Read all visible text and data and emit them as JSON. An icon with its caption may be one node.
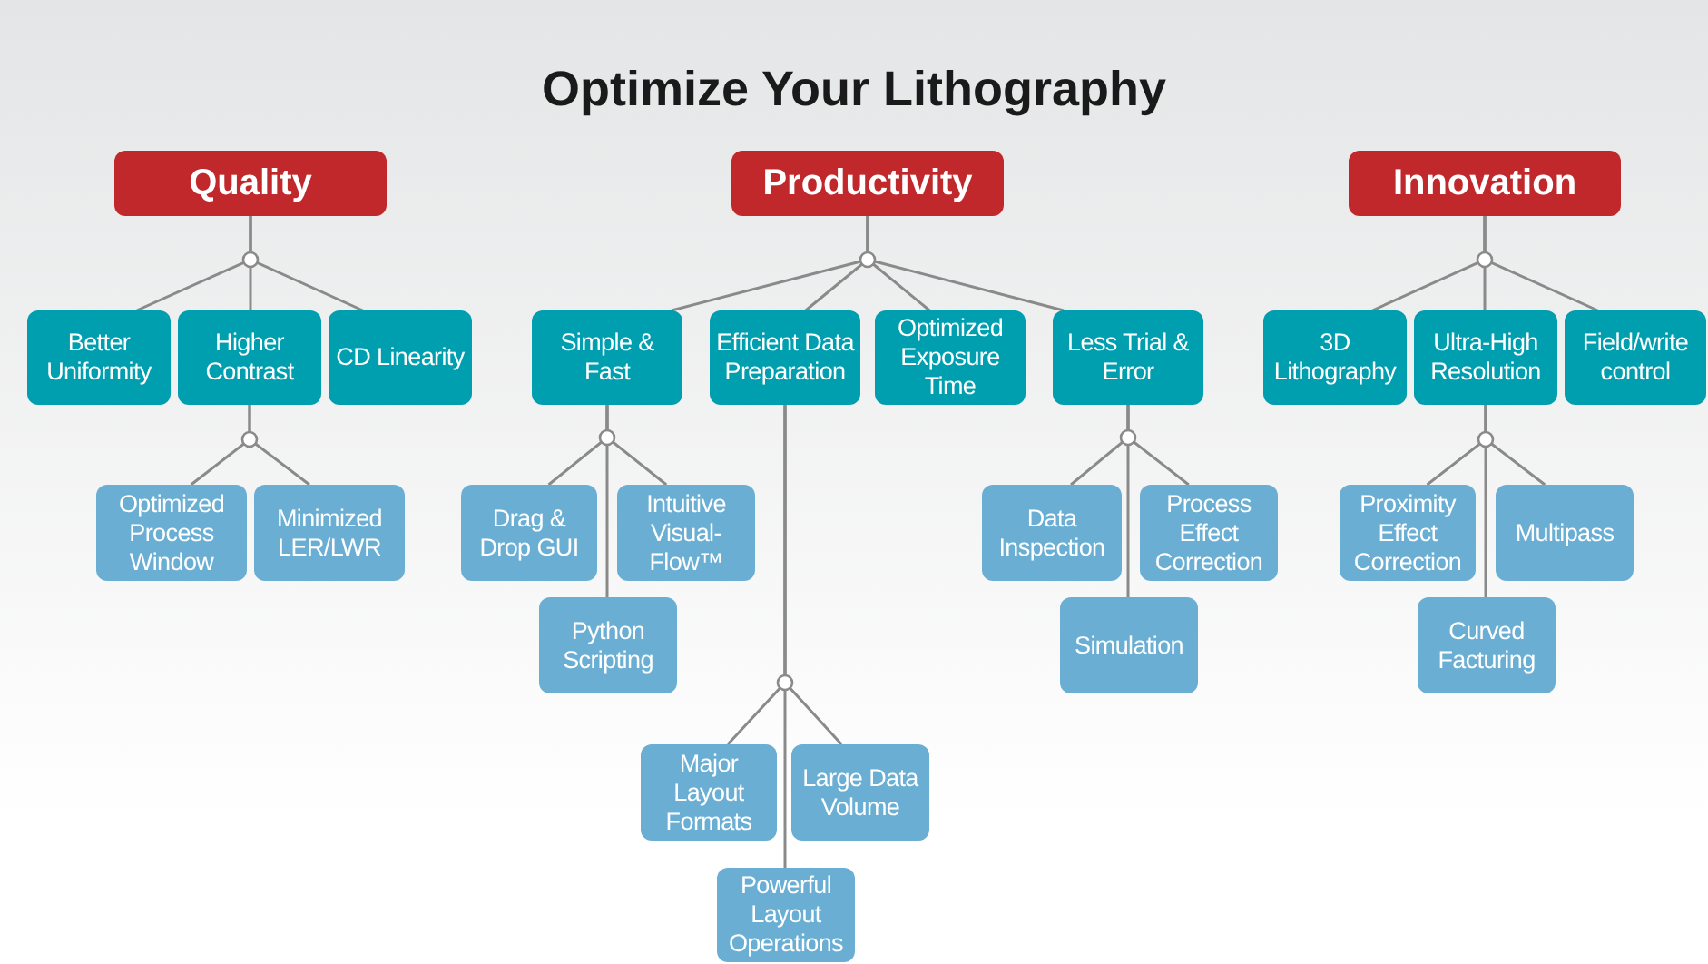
{
  "diagram": {
    "title": "Optimize Your Lithography",
    "nodes": [
      {
        "text": [
          "Quality"
        ]
      },
      {
        "text": [
          "Better Uniformity"
        ]
      },
      {
        "text": [
          "Higher Contrast"
        ]
      },
      {
        "text": [
          "CD Linearity"
        ]
      },
      {
        "text": [
          "Optimized Process Window"
        ]
      },
      {
        "text": [
          "Minimized LER/LWR"
        ]
      },
      {
        "text": [
          "Productivity"
        ]
      },
      {
        "text": [
          "Simple & Fast"
        ]
      },
      {
        "text": [
          "Efficient Data Preparation"
        ]
      },
      {
        "text": [
          "Optimized Exposure Time"
        ]
      },
      {
        "text": [
          "Less Trial & Error"
        ]
      },
      {
        "text": [
          "Drag & Drop GUI"
        ]
      },
      {
        "text": [
          "Intuitive Visual-Flow™"
        ]
      },
      {
        "text": [
          "Python Scripting"
        ]
      },
      {
        "text": [
          "Major Layout Formats"
        ]
      },
      {
        "text": [
          "Large Data Volume"
        ]
      },
      {
        "text": [
          "Powerful Layout Operations"
        ]
      },
      {
        "text": [
          "Data Inspection"
        ]
      },
      {
        "text": [
          "Process Effect Correction"
        ]
      },
      {
        "text": [
          "Simulation"
        ]
      },
      {
        "text": [
          "Innovation"
        ]
      },
      {
        "text": [
          "3D Lithography"
        ]
      },
      {
        "text": [
          "Ultra-High Resolution"
        ]
      },
      {
        "text": [
          "Field/write control"
        ]
      },
      {
        "text": [
          "Proximity Effect Correction"
        ]
      },
      {
        "text": [
          "Multipass"
        ]
      },
      {
        "text": [
          "Curved Facturing"
        ]
      }
    ],
    "edges": [
      {
        "from": 0,
        "to": 1,
        "arrow": "none"
      },
      {
        "from": 0,
        "to": 2,
        "arrow": "none"
      },
      {
        "from": 0,
        "to": 3,
        "arrow": "none"
      },
      {
        "from": 2,
        "to": 4,
        "arrow": "none"
      },
      {
        "from": 2,
        "to": 5,
        "arrow": "none"
      },
      {
        "from": 6,
        "to": 7,
        "arrow": "none"
      },
      {
        "from": 6,
        "to": 8,
        "arrow": "none"
      },
      {
        "from": 6,
        "to": 9,
        "arrow": "none"
      },
      {
        "from": 6,
        "to": 10,
        "arrow": "none"
      },
      {
        "from": 7,
        "to": 11,
        "arrow": "none"
      },
      {
        "from": 7,
        "to": 12,
        "arrow": "none"
      },
      {
        "from": 7,
        "to": 13,
        "arrow": "none"
      },
      {
        "from": 8,
        "to": 14,
        "arrow": "none"
      },
      {
        "from": 8,
        "to": 15,
        "arrow": "none"
      },
      {
        "from": 8,
        "to": 16,
        "arrow": "none"
      },
      {
        "from": 10,
        "to": 17,
        "arrow": "none"
      },
      {
        "from": 10,
        "to": 18,
        "arrow": "none"
      },
      {
        "from": 10,
        "to": 19,
        "arrow": "none"
      },
      {
        "from": 20,
        "to": 21,
        "arrow": "none"
      },
      {
        "from": 20,
        "to": 22,
        "arrow": "none"
      },
      {
        "from": 20,
        "to": 23,
        "arrow": "none"
      },
      {
        "from": 22,
        "to": 24,
        "arrow": "none"
      },
      {
        "from": 22,
        "to": 25,
        "arrow": "none"
      },
      {
        "from": 22,
        "to": 26,
        "arrow": "none"
      }
    ]
  }
}
